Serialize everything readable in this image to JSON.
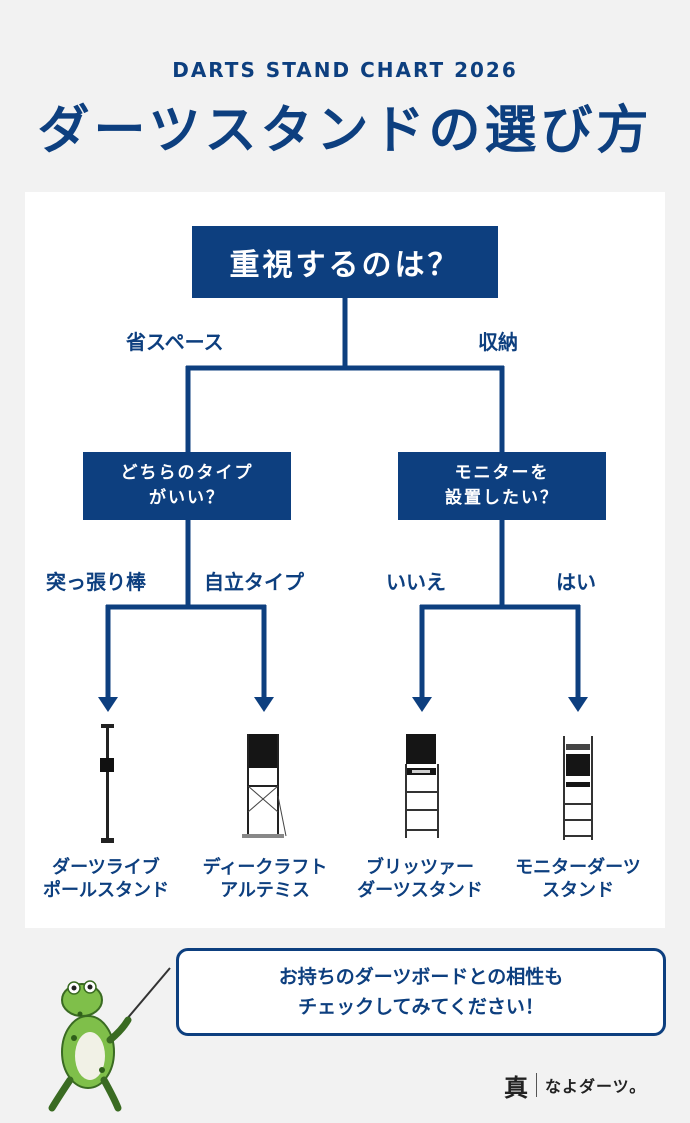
{
  "header": {
    "subtitle": "DARTS STAND CHART 2026",
    "title": "ダーツスタンドの選び方"
  },
  "flowchart": {
    "root_question": "重視するのは？",
    "branch_left_label": "省スペース",
    "branch_right_label": "収納",
    "question_left": [
      "どちらのタイプ",
      "がいい？"
    ],
    "question_right": [
      "モニターを",
      "設置したい？"
    ],
    "answer_left_1": "突っ張り棒",
    "answer_left_2": "自立タイプ",
    "answer_right_1": "いいえ",
    "answer_right_2": "はい",
    "products": [
      {
        "name_line1": "ダーツライブ",
        "name_line2": "ポールスタンド"
      },
      {
        "name_line1": "ディークラフト",
        "name_line2": "アルテミス"
      },
      {
        "name_line1": "ブリッツァー",
        "name_line2": "ダーツスタンド"
      },
      {
        "name_line1": "モニターダーツ",
        "name_line2": "スタンド"
      }
    ]
  },
  "callout": {
    "line1": "お持ちのダーツボードとの相性も",
    "line2": "チェックしてみてください！"
  },
  "brand": {
    "mark": "真",
    "text": "なよダーツ。"
  },
  "colors": {
    "primary": "#0d3f7f",
    "background": "#f2f2f2",
    "panel": "#ffffff"
  }
}
